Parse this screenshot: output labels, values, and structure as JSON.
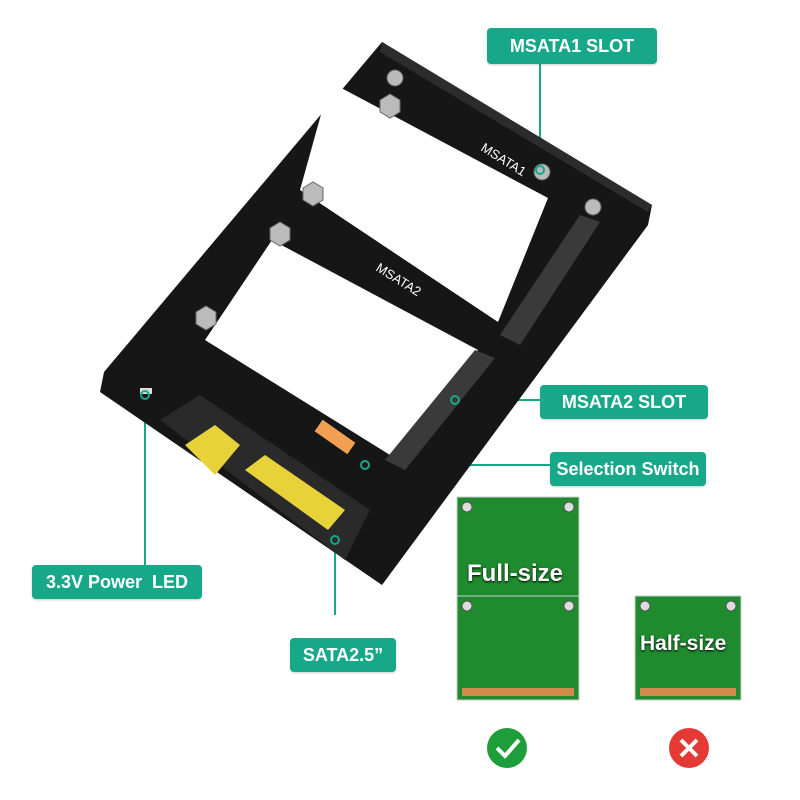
{
  "labels": {
    "msata1_slot": "MSATA1 SLOT",
    "msata2_slot": "MSATA2 SLOT",
    "selection_switch": "Selection Switch",
    "power_led": "3.3V Power  LED",
    "sata": "SATA2.5”"
  },
  "board_silkscreen": {
    "msata1": "MSATA1",
    "msata2": "MSATA2"
  },
  "cards": {
    "full_size": {
      "label": "Full-size",
      "status": "supported",
      "status_icon": "check-icon",
      "color": "#1e9e3a"
    },
    "half_size": {
      "label": "Half-size",
      "status": "not-supported",
      "status_icon": "x-icon",
      "color": "#e53935"
    }
  },
  "colors": {
    "label_bg": "#17a88a",
    "card_green": "#1f8a2e",
    "board": "#151515"
  }
}
